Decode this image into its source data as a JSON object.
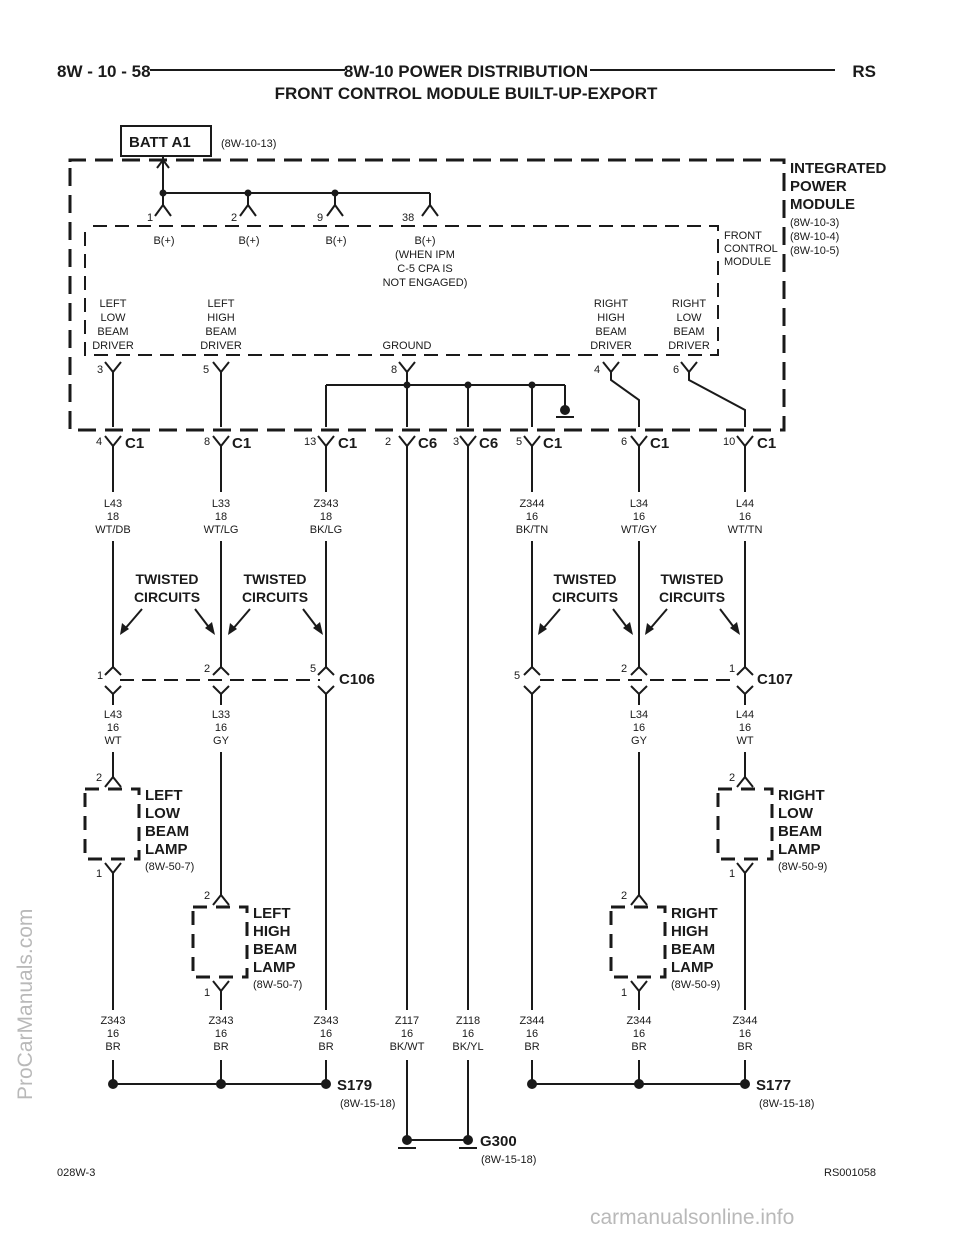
{
  "header": {
    "page_code": "8W - 10 - 58",
    "title": "8W-10 POWER DISTRIBUTION",
    "model": "RS",
    "subtitle": "FRONT CONTROL MODULE BUILT-UP-EXPORT"
  },
  "source": {
    "name": "BATT A1",
    "ref": "(8W-10-13)"
  },
  "ipm": {
    "title_lines": [
      "INTEGRATED",
      "POWER",
      "MODULE"
    ],
    "refs": [
      "(8W-10-3)",
      "(8W-10-4)",
      "(8W-10-5)"
    ]
  },
  "fcm": {
    "title_lines": [
      "FRONT",
      "CONTROL",
      "MODULE"
    ]
  },
  "inputs": [
    {
      "pin": "1",
      "label_lines": [
        "B(+)"
      ]
    },
    {
      "pin": "2",
      "label_lines": [
        "B(+)"
      ]
    },
    {
      "pin": "9",
      "label_lines": [
        "B(+)"
      ]
    },
    {
      "pin": "38",
      "label_lines": [
        "B(+)",
        "(WHEN IPM",
        "C-5 CPA IS",
        "NOT ENGAGED)"
      ]
    }
  ],
  "drivers": [
    {
      "pin": "3",
      "label_lines": [
        "LEFT",
        "LOW",
        "BEAM",
        "DRIVER"
      ]
    },
    {
      "pin": "5",
      "label_lines": [
        "LEFT",
        "HIGH",
        "BEAM",
        "DRIVER"
      ]
    },
    {
      "pin": "8",
      "label_lines": [
        "GROUND"
      ]
    },
    {
      "pin": "4",
      "label_lines": [
        "RIGHT",
        "HIGH",
        "BEAM",
        "DRIVER"
      ]
    },
    {
      "pin": "6",
      "label_lines": [
        "RIGHT",
        "LOW",
        "BEAM",
        "DRIVER"
      ]
    }
  ],
  "connectors_top": [
    {
      "pin": "4",
      "name": "C1"
    },
    {
      "pin": "8",
      "name": "C1"
    },
    {
      "pin": "13",
      "name": "C1"
    },
    {
      "pin": "2",
      "name": "C6"
    },
    {
      "pin": "3",
      "name": "C6"
    },
    {
      "pin": "5",
      "name": "C1"
    },
    {
      "pin": "6",
      "name": "C1"
    },
    {
      "pin": "10",
      "name": "C1"
    }
  ],
  "wires_upper": [
    {
      "lines": [
        "L43",
        "18",
        "WT/DB"
      ]
    },
    {
      "lines": [
        "L33",
        "18",
        "WT/LG"
      ]
    },
    {
      "lines": [
        "Z343",
        "18",
        "BK/LG"
      ]
    },
    {
      "lines": [
        "Z344",
        "16",
        "BK/TN"
      ]
    },
    {
      "lines": [
        "L34",
        "16",
        "WT/GY"
      ]
    },
    {
      "lines": [
        "L44",
        "16",
        "WT/TN"
      ]
    }
  ],
  "twisted": [
    {
      "lines": [
        "TWISTED",
        "CIRCUITS"
      ]
    },
    {
      "lines": [
        "TWISTED",
        "CIRCUITS"
      ]
    },
    {
      "lines": [
        "TWISTED",
        "CIRCUITS"
      ]
    },
    {
      "lines": [
        "TWISTED",
        "CIRCUITS"
      ]
    }
  ],
  "inline_connectors": [
    {
      "name": "C106",
      "pins": [
        "1",
        "2",
        "5"
      ]
    },
    {
      "name": "C107",
      "pins": [
        "5",
        "2",
        "1"
      ]
    }
  ],
  "wires_mid": [
    {
      "lines": [
        "L43",
        "16",
        "WT"
      ]
    },
    {
      "lines": [
        "L33",
        "16",
        "GY"
      ]
    },
    {
      "lines": [
        "L34",
        "16",
        "GY"
      ]
    },
    {
      "lines": [
        "L44",
        "16",
        "WT"
      ]
    }
  ],
  "lamps": [
    {
      "lines": [
        "LEFT",
        "LOW",
        "BEAM",
        "LAMP"
      ],
      "ref": "(8W-50-7)",
      "pin_top": "2",
      "pin_bottom": "1"
    },
    {
      "lines": [
        "LEFT",
        "HIGH",
        "BEAM",
        "LAMP"
      ],
      "ref": "(8W-50-7)",
      "pin_top": "2",
      "pin_bottom": "1"
    },
    {
      "lines": [
        "RIGHT",
        "HIGH",
        "BEAM",
        "LAMP"
      ],
      "ref": "(8W-50-9)",
      "pin_top": "2",
      "pin_bottom": "1"
    },
    {
      "lines": [
        "RIGHT",
        "LOW",
        "BEAM",
        "LAMP"
      ],
      "ref": "(8W-50-9)",
      "pin_top": "2",
      "pin_bottom": "1"
    }
  ],
  "wires_lower": [
    {
      "lines": [
        "Z343",
        "16",
        "BR"
      ]
    },
    {
      "lines": [
        "Z343",
        "16",
        "BR"
      ]
    },
    {
      "lines": [
        "Z343",
        "16",
        "BR"
      ]
    },
    {
      "lines": [
        "Z117",
        "16",
        "BK/WT"
      ]
    },
    {
      "lines": [
        "Z118",
        "16",
        "BK/YL"
      ]
    },
    {
      "lines": [
        "Z344",
        "16",
        "BR"
      ]
    },
    {
      "lines": [
        "Z344",
        "16",
        "BR"
      ]
    },
    {
      "lines": [
        "Z344",
        "16",
        "BR"
      ]
    }
  ],
  "splices": [
    {
      "name": "S179",
      "ref": "(8W-15-18)"
    },
    {
      "name": "S177",
      "ref": "(8W-15-18)"
    }
  ],
  "ground": {
    "name": "G300",
    "ref": "(8W-15-18)"
  },
  "footer": {
    "left": "028W-3",
    "right": "RS001058"
  },
  "watermarks": [
    "ProCarManuals.com",
    "carmanualsonline.info"
  ]
}
